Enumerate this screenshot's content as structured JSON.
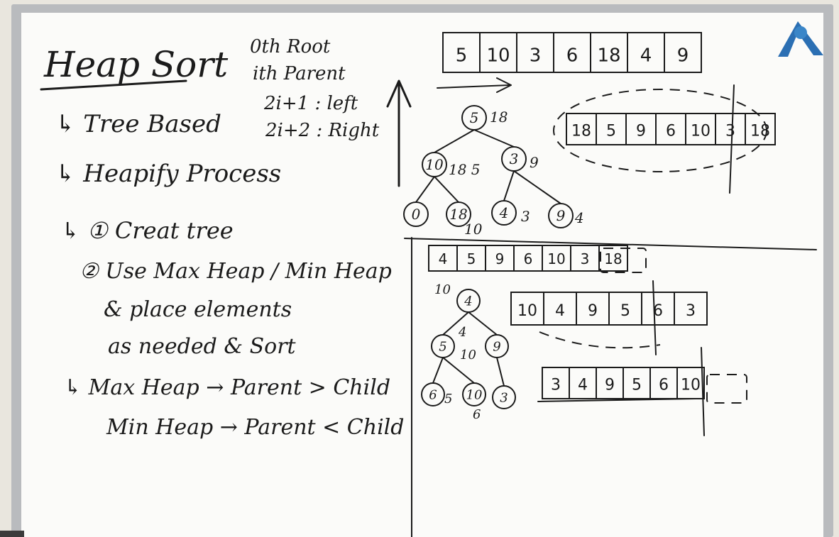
{
  "title": "Heap Sort",
  "left_notes": [
    "↳ Tree Based",
    "↳ Heapify Process",
    "↳ ① Creat tree",
    "② Use Max Heap / Min Heap",
    "& place elements",
    "as needed & Sort",
    "↳ Max Heap → Parent > Child",
    "Min Heap → Parent < Child"
  ],
  "index_rules": [
    "0th Root",
    "ith Parent",
    "2i+1 : left",
    "2i+2 : Right"
  ],
  "array_top": [
    "5",
    "10",
    "3",
    "6",
    "18",
    "4",
    "9"
  ],
  "array_right": [
    "18",
    "5",
    "9",
    "6",
    "10",
    "3",
    "18"
  ],
  "array_mid": [
    "4",
    "5",
    "9",
    "6",
    "10",
    "3",
    "18"
  ],
  "array_lower": [
    "10",
    "4",
    "9",
    "5",
    "6",
    "3"
  ],
  "array_bottom": [
    "3",
    "4",
    "9",
    "5",
    "6",
    "10"
  ],
  "tree1_nodes": [
    "5",
    "10",
    "3",
    "0",
    "18",
    "4",
    "9"
  ],
  "tree1_annotations": [
    "18",
    "18 5",
    "9",
    "10",
    "3",
    "4"
  ],
  "tree2_nodes": [
    "4",
    "5",
    "9",
    "6",
    "10",
    "3"
  ],
  "tree2_annotations": [
    "10",
    "4",
    "10",
    "5",
    "6"
  ]
}
